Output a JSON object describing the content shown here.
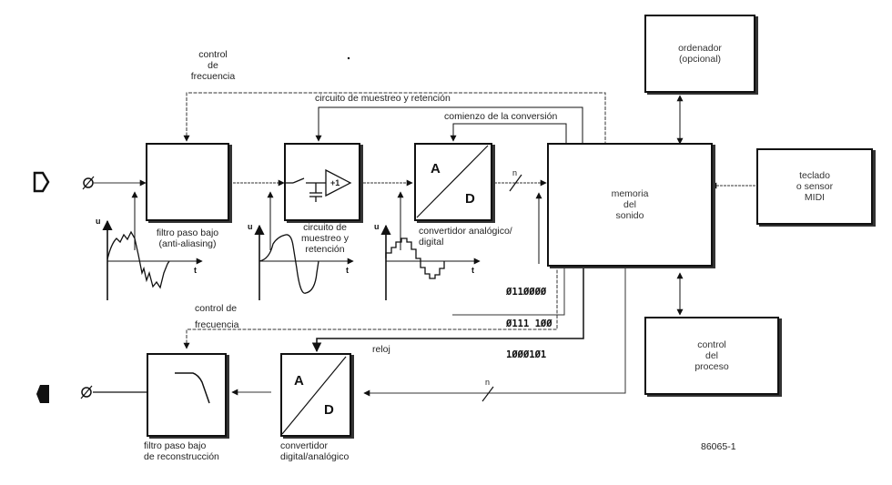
{
  "figure_id": "86065-1",
  "input_symbol": "input-arrow",
  "output_symbol": "output-arrow",
  "labels": {
    "freq_control_top": [
      "control",
      "de",
      "frecuencia"
    ],
    "sample_hold_line": "circuito de muestreo y retención",
    "conversion_start": "comienzo de la conversión",
    "freq_control_bottom": [
      "control de",
      "frecuencia"
    ],
    "clock": "reloj",
    "bus_width_top": "n",
    "bus_width_bottom": "n"
  },
  "blocks": {
    "antialias_filter": {
      "caption": [
        "filtro paso bajo",
        "(anti-aliasing)"
      ]
    },
    "sample_hold": {
      "caption": [
        "circuito de",
        "muestreo y",
        "retención"
      ],
      "amp_label": "+1"
    },
    "adc": {
      "caption": [
        "convertidor analógico/",
        "digital"
      ],
      "letter_a": "A",
      "letter_d": "D"
    },
    "sound_memory": {
      "text": [
        "memoria",
        "del",
        "sonido"
      ]
    },
    "computer": {
      "text": [
        "ordenador",
        "(opcional)"
      ]
    },
    "keyboard": {
      "text": [
        "teclado",
        "o sensor",
        "MIDI"
      ]
    },
    "process_control": {
      "text": [
        "control",
        "del",
        "proceso"
      ]
    },
    "dac": {
      "caption": [
        "convertidor",
        "digital/analógico"
      ],
      "letter_a": "A",
      "letter_d": "D"
    },
    "reconstruction_filter": {
      "caption": [
        "filtro paso bajo",
        "de reconstrucción"
      ]
    }
  },
  "binary_samples": [
    "Ø11ØØØØ",
    "Ø111 1ØØ",
    "1ØØØ1Ø1"
  ],
  "graphs": {
    "y_axis": "u",
    "x_axis": "t"
  }
}
